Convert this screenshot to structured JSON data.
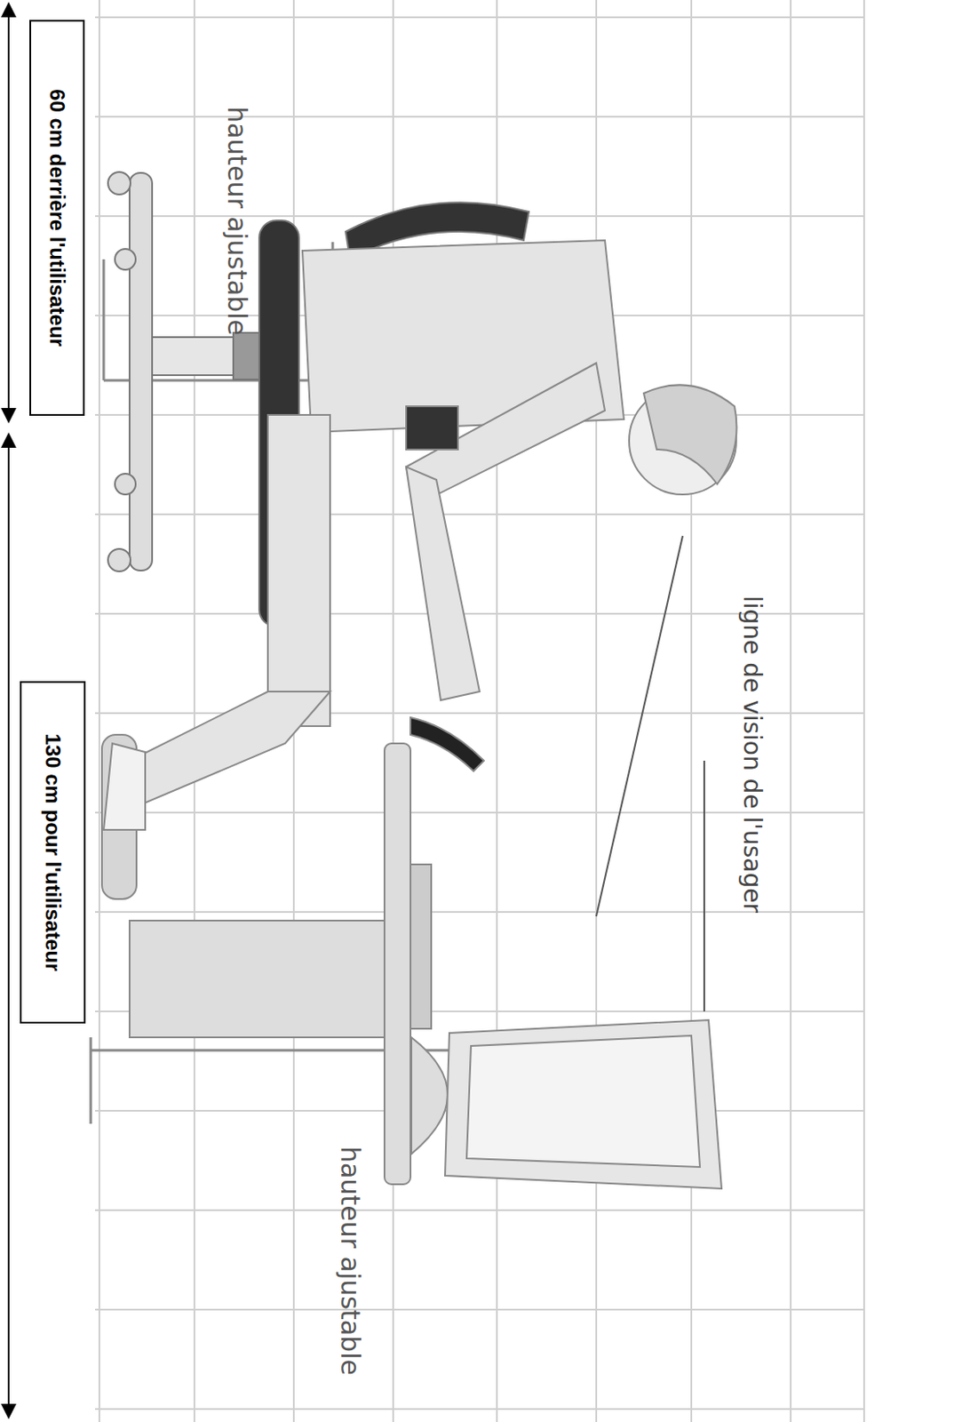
{
  "diagram": {
    "nodes": [
      {
        "text": [
          "60 cm derrière l'utilisateur"
        ]
      },
      {
        "text": [
          "130 cm pour l'utilisateur"
        ]
      }
    ],
    "labels": [
      "hauteur ajustable",
      "hauteur ajustable",
      "ligne de vision de l'usager"
    ]
  }
}
